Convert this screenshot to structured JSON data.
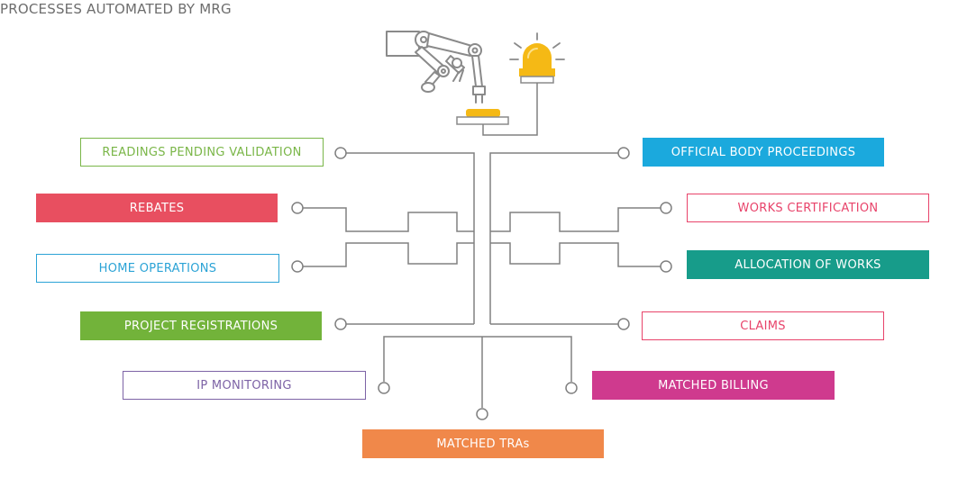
{
  "title": "PROCESSES AUTOMATED BY MRG",
  "colors": {
    "line": "#808080",
    "robot_stroke": "#8a8a8a",
    "amber": "#f5b915",
    "green_outline": "#7ab648",
    "red": "#e84f60",
    "blue_outline": "#2ba3d6",
    "green": "#72b33a",
    "purple_outline": "#7d63a6",
    "orange": "#f0884a",
    "blue": "#1ba9dd",
    "pink_outline": "#e8436a",
    "teal": "#179c8a",
    "magenta": "#cf3a8e"
  },
  "icons": [
    "robotic-arm-icon",
    "alarm-beacon-icon",
    "push-button-icon"
  ],
  "processes": {
    "readings_pending_validation": "READINGS PENDING VALIDATION",
    "rebates": "REBATES",
    "home_operations": "HOME OPERATIONS",
    "project_registrations": "PROJECT REGISTRATIONS",
    "ip_monitoring": "IP MONITORING",
    "matched_tras": "MATCHED TRAs",
    "official_body_proceedings": "OFFICIAL BODY PROCEEDINGS",
    "works_certification": "WORKS CERTIFICATION",
    "allocation_of_works": "ALLOCATION OF WORKS",
    "claims": "CLAIMS",
    "matched_billing": "MATCHED BILLING"
  }
}
